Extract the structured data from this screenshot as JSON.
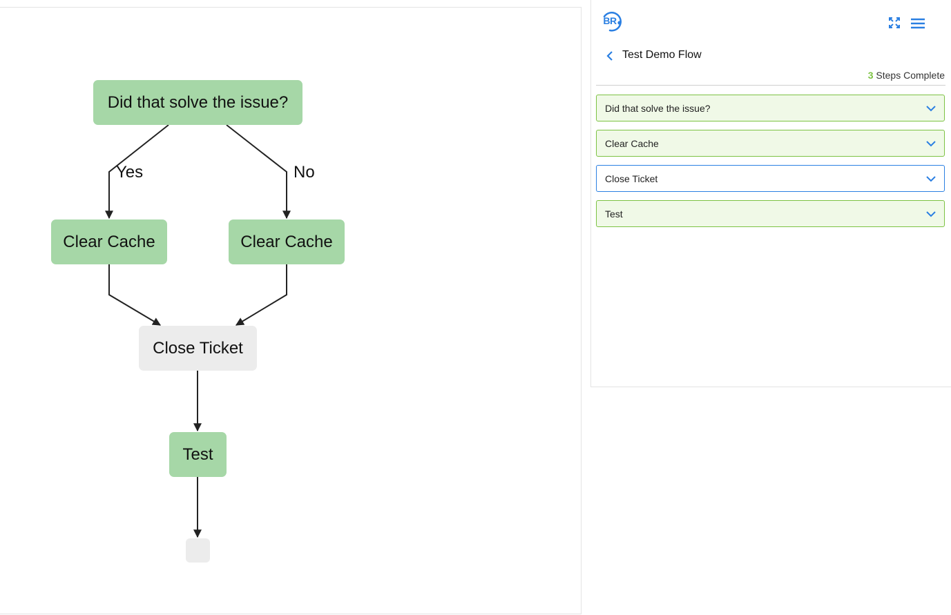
{
  "flow": {
    "nodes": {
      "question": "Did that solve the issue?",
      "clear_cache_yes": "Clear Cache",
      "clear_cache_no": "Clear Cache",
      "close_ticket": "Close Ticket",
      "test": "Test",
      "end": ""
    },
    "edges": {
      "yes": "Yes",
      "no": "No"
    },
    "colors": {
      "complete": "#a6d7a7",
      "pending": "#ececec",
      "line": "#222222"
    }
  },
  "panel": {
    "logo_text": "BR",
    "title": "Test Demo Flow",
    "steps_count": "3",
    "steps_label": "Steps Complete",
    "items": [
      {
        "label": "Did that solve the issue?",
        "state": "complete"
      },
      {
        "label": "Clear Cache",
        "state": "complete"
      },
      {
        "label": "Close Ticket",
        "state": "current"
      },
      {
        "label": "Test",
        "state": "complete"
      }
    ],
    "colors": {
      "accent": "#2a7fe2",
      "complete_border": "#7cc242",
      "complete_bg": "#f0f9e7"
    },
    "icons": [
      "brand-logo-icon",
      "expand-icon",
      "hamburger-menu-icon",
      "back-chevron-icon",
      "chevron-down-icon"
    ]
  }
}
